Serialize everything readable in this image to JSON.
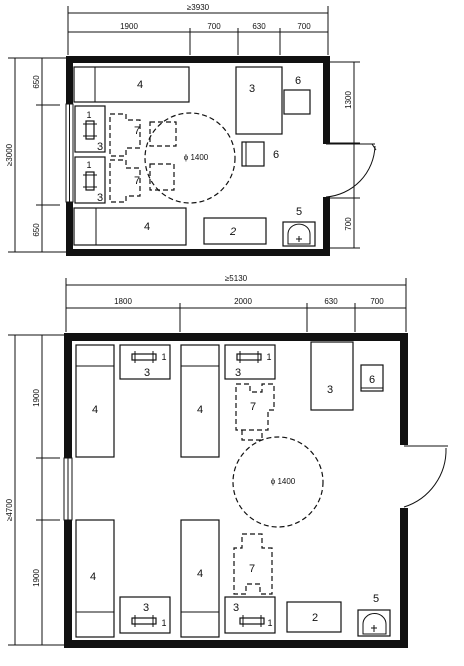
{
  "plan1": {
    "overall_width": "≥3930",
    "segments": [
      "1900",
      "700",
      "630",
      "700"
    ],
    "overall_height": "≥3000",
    "left_dims": [
      "650",
      "650"
    ],
    "right_dims": [
      "1300",
      "700"
    ],
    "circle_label": "ϕ 1400",
    "numbers": {
      "bed_top": "4",
      "bed_bottom": "4",
      "table_top": "3",
      "chair_top": "6",
      "chair_mid": "6",
      "nightstand_a_1": "1",
      "nightstand_a_3": "3",
      "nightstand_b_1": "1",
      "nightstand_b_3": "3",
      "chair_group_top": "7",
      "chair_group_bottom": "7",
      "cabinet": "2",
      "sink": "5"
    }
  },
  "plan2": {
    "overall_width": "≥5130",
    "segments": [
      "1800",
      "2000",
      "630",
      "700"
    ],
    "overall_height": "≥4700",
    "left_dims": [
      "1900",
      "1900"
    ],
    "circle_label": "ϕ 1400",
    "numbers": {
      "bed_tl": "4",
      "bed_tc": "4",
      "bed_bl": "4",
      "bed_bc": "4",
      "ns_tl_1": "1",
      "ns_tl_3": "3",
      "ns_tc_1": "1",
      "ns_tc_3": "3",
      "ns_bl_1": "1",
      "ns_bl_3": "3",
      "ns_bc_1": "1",
      "ns_bc_3": "3",
      "table": "3",
      "chair": "6",
      "chair_group_top": "7",
      "chair_group_bottom": "7",
      "cabinet": "2",
      "sink": "5"
    }
  }
}
